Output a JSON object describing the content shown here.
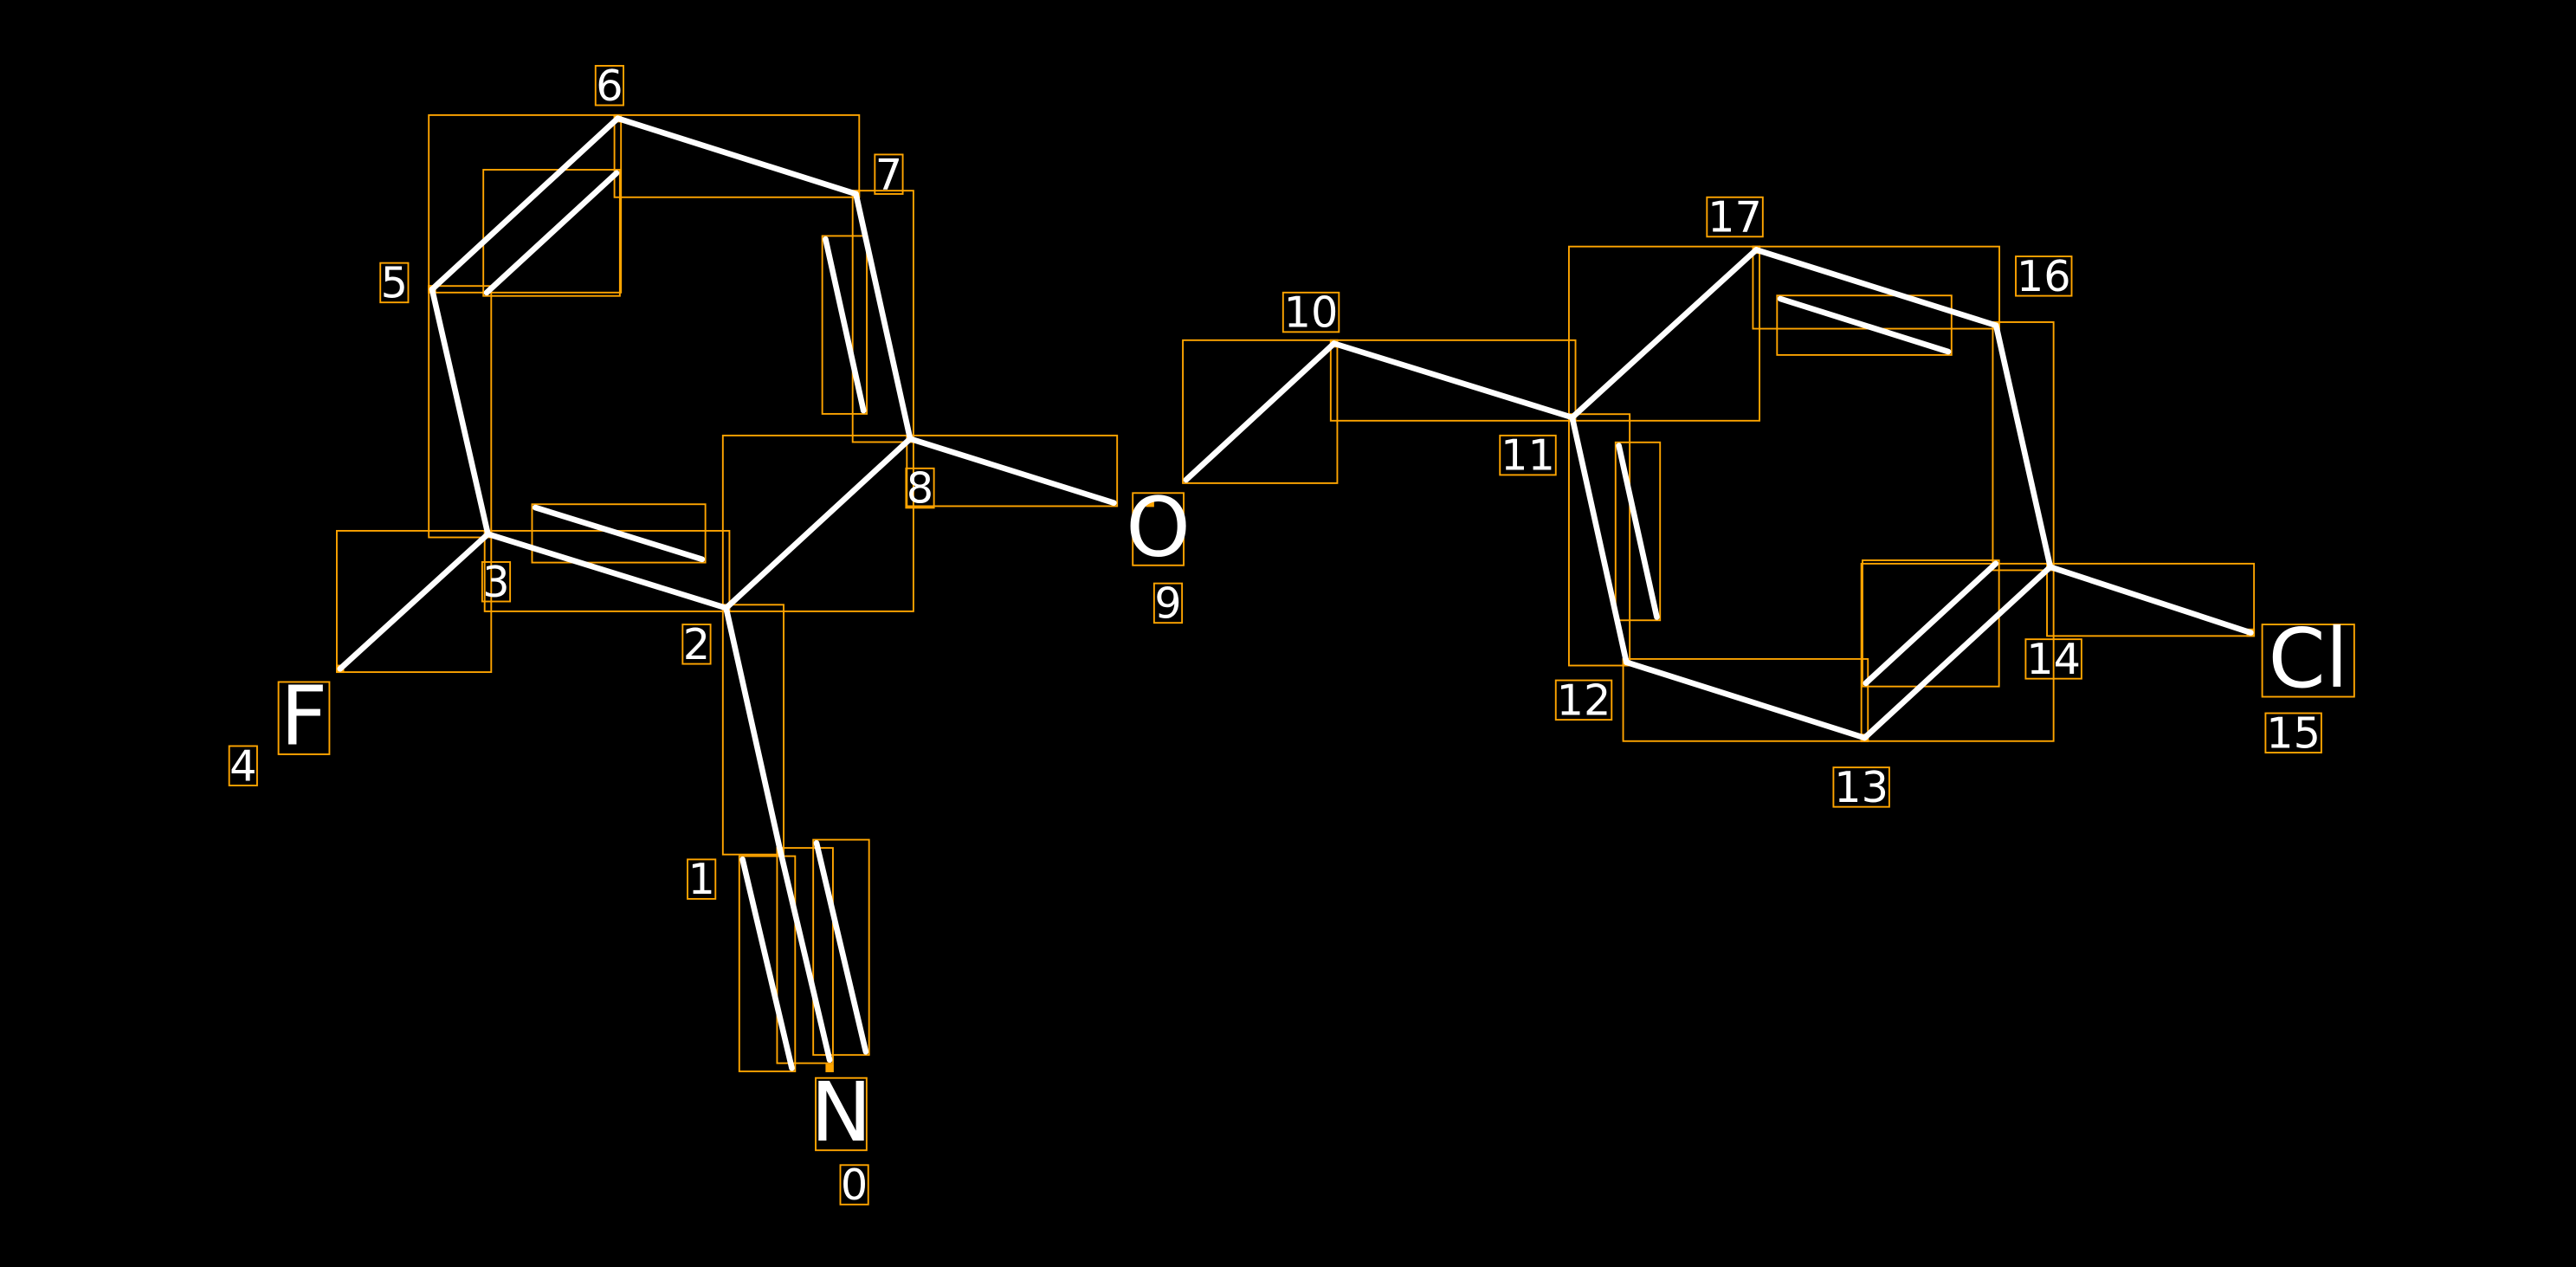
{
  "colors": {
    "background": "#000000",
    "bond": "#ffffff",
    "box": "#ffa500"
  },
  "atoms": [
    {
      "index": "0",
      "element": "N"
    },
    {
      "index": "1",
      "element": ""
    },
    {
      "index": "2",
      "element": ""
    },
    {
      "index": "3",
      "element": ""
    },
    {
      "index": "4",
      "element": "F"
    },
    {
      "index": "5",
      "element": ""
    },
    {
      "index": "6",
      "element": ""
    },
    {
      "index": "7",
      "element": ""
    },
    {
      "index": "8",
      "element": ""
    },
    {
      "index": "9",
      "element": "O"
    },
    {
      "index": "10",
      "element": ""
    },
    {
      "index": "11",
      "element": ""
    },
    {
      "index": "12",
      "element": ""
    },
    {
      "index": "13",
      "element": ""
    },
    {
      "index": "14",
      "element": ""
    },
    {
      "index": "15",
      "element": "Cl"
    },
    {
      "index": "16",
      "element": ""
    },
    {
      "index": "17",
      "element": ""
    }
  ],
  "bonds": [
    {
      "a": 0,
      "b": 1,
      "order": 3
    },
    {
      "a": 1,
      "b": 2,
      "order": 1
    },
    {
      "a": 2,
      "b": 3,
      "order": 2
    },
    {
      "a": 3,
      "b": 4,
      "order": 1
    },
    {
      "a": 3,
      "b": 5,
      "order": 1
    },
    {
      "a": 5,
      "b": 6,
      "order": 2
    },
    {
      "a": 6,
      "b": 7,
      "order": 1
    },
    {
      "a": 7,
      "b": 8,
      "order": 2
    },
    {
      "a": 8,
      "b": 2,
      "order": 1
    },
    {
      "a": 8,
      "b": 9,
      "order": 1
    },
    {
      "a": 9,
      "b": 10,
      "order": 1
    },
    {
      "a": 10,
      "b": 11,
      "order": 1
    },
    {
      "a": 11,
      "b": 12,
      "order": 2
    },
    {
      "a": 12,
      "b": 13,
      "order": 1
    },
    {
      "a": 13,
      "b": 14,
      "order": 2
    },
    {
      "a": 14,
      "b": 15,
      "order": 1
    },
    {
      "a": 14,
      "b": 16,
      "order": 1
    },
    {
      "a": 16,
      "b": 17,
      "order": 2
    },
    {
      "a": 17,
      "b": 11,
      "order": 1
    }
  ]
}
